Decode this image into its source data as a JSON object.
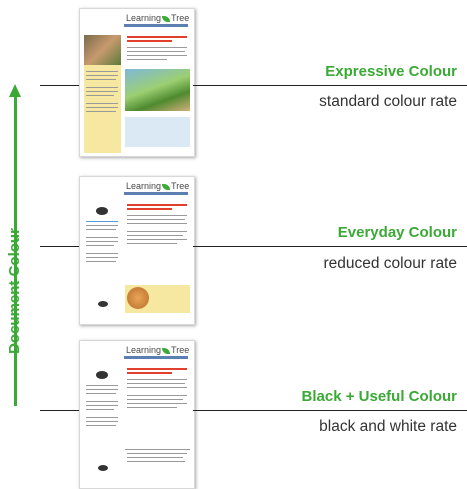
{
  "axis": {
    "label": "Document Colour"
  },
  "document": {
    "logo_text": "Learning",
    "logo_text_2": "Tree"
  },
  "tiers": [
    {
      "title": "Expressive Colour",
      "subtitle": "standard colour rate"
    },
    {
      "title": "Everyday Colour",
      "subtitle": "reduced colour rate"
    },
    {
      "title": "Black + Useful Colour",
      "subtitle": "black and white rate"
    }
  ],
  "colors": {
    "accent": "#3aa935",
    "headline_red": "#e2402f",
    "sidebar_yellow": "#f6e8a0",
    "nav_blue": "#5b7fb0"
  }
}
